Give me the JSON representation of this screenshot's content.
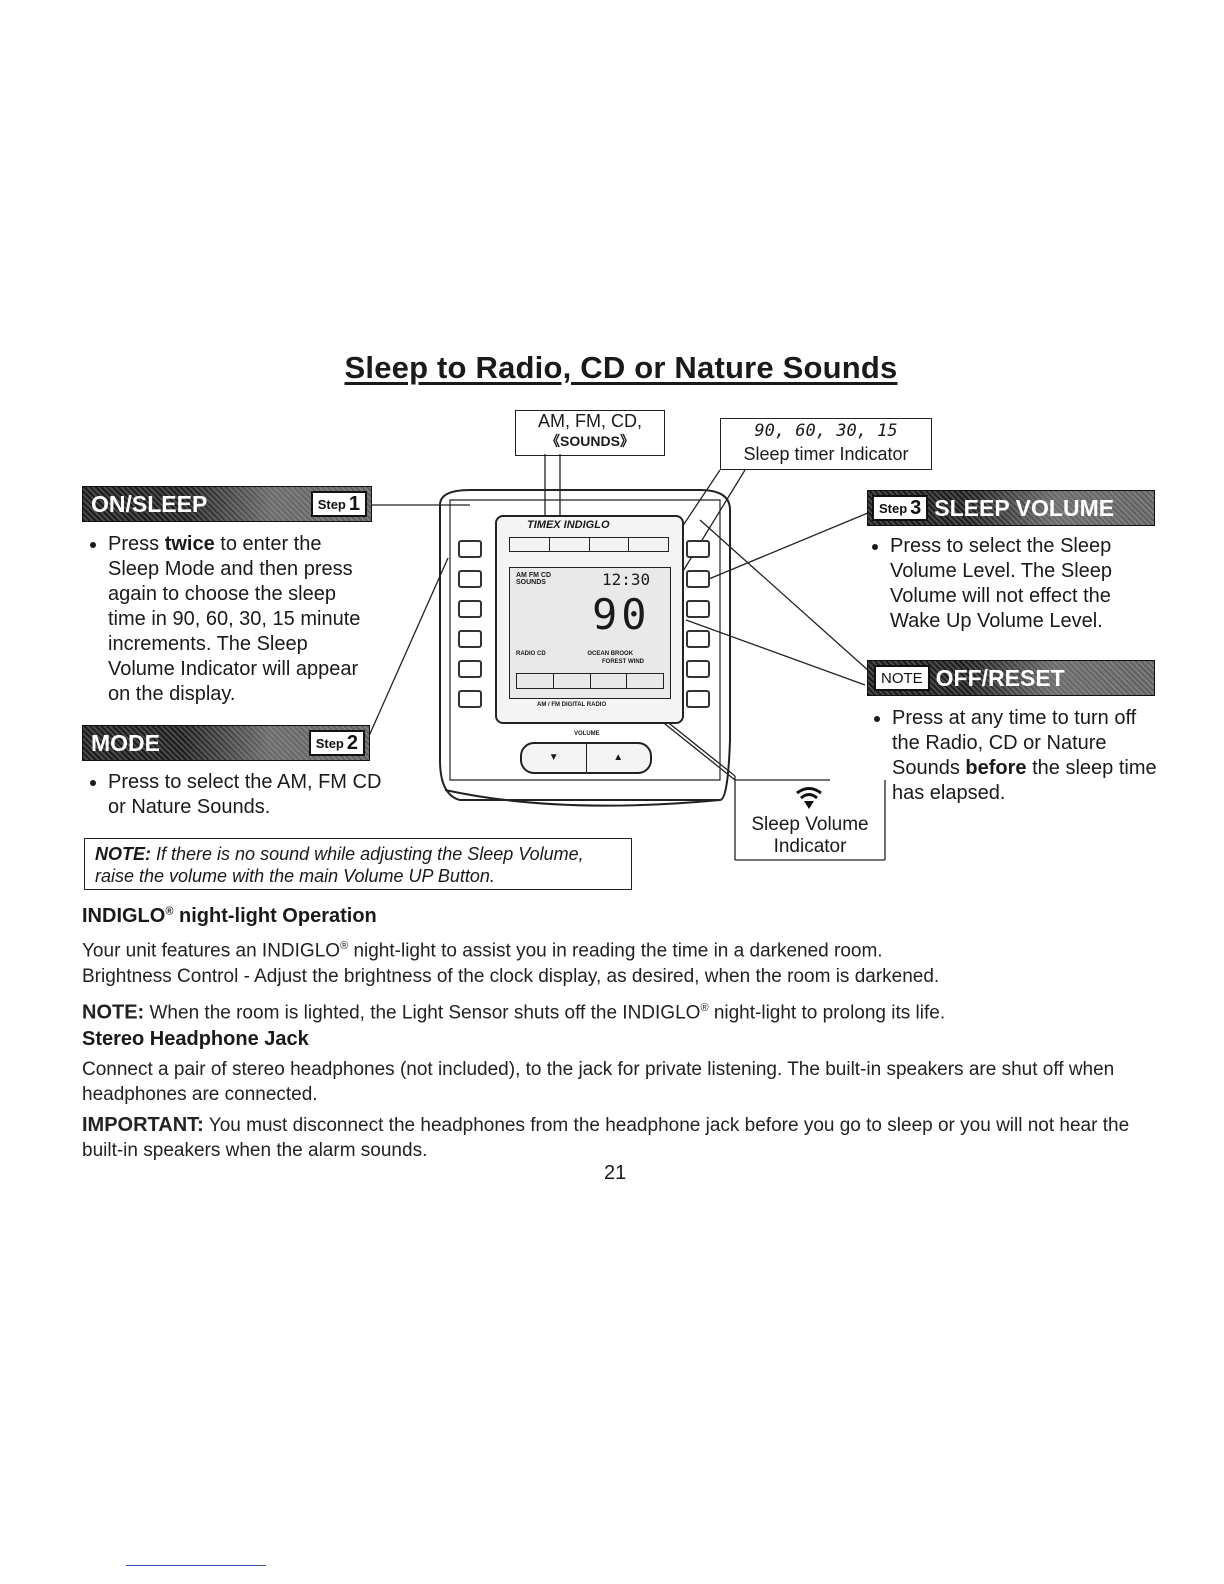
{
  "title": "Sleep to Radio, CD or Nature Sounds",
  "callouts": {
    "sources": {
      "line1": "AM, FM, CD,",
      "line2": "《SOUNDS》"
    },
    "sleep_timer": {
      "values": "90, 60, 30, 15",
      "label": "Sleep timer Indicator"
    },
    "sleep_volume": {
      "line1": "Sleep Volume",
      "line2": "Indicator"
    }
  },
  "steps": {
    "on_sleep": {
      "label": "ON/SLEEP",
      "step_word": "Step",
      "step_num": "1",
      "b_pre": "Press",
      "b_bold": "twice",
      "b_post": "to enter the Sleep Mode and then press again to choose the sleep time in 90, 60, 30, 15 minute increments. The Sleep Volume Indicator will appear on the display."
    },
    "mode": {
      "label": "MODE",
      "step_word": "Step",
      "step_num": "2",
      "bullet": "Press to select the AM, FM CD or Nature Sounds."
    },
    "sleep_volume": {
      "label": "SLEEP VOLUME",
      "step_word": "Step",
      "step_num": "3",
      "bullet": "Press to select the Sleep Volume Level. The Sleep Volume will not effect the Wake Up Volume Level."
    },
    "off_reset": {
      "label": "OFF/RESET",
      "note_word": "NOTE",
      "b_pre": "Press at any time to turn off the Radio, CD or Nature Sounds",
      "b_bold": "before",
      "b_post": "the sleep time has elapsed."
    }
  },
  "note_box": {
    "bold": "NOTE:",
    "text": "If there is no sound while adjusting the Sleep Volume, raise the volume with the main Volume UP Button."
  },
  "device": {
    "brand": "TIMEX INDIGLO",
    "time": "12:30",
    "big_digits": "90",
    "am": "AM",
    "fm": "FM",
    "cd": "CD",
    "sounds": "SOUNDS",
    "radio": "RADIO",
    "cd2": "CD",
    "ocean": "OCEAN",
    "brook": "BROOK",
    "forest": "FOREST",
    "wind": "WIND",
    "bottom_label": "AM / FM DIGITAL RADIO",
    "volume": "VOLUME",
    "down": "▼",
    "up": "▲"
  },
  "indiglo": {
    "heading": "INDIGLO",
    "reg": "®",
    "heading_rest": " night-light Operation",
    "p1_a": "Your unit features an INDIGLO",
    "p1_b": " night-light to assist you in reading the time in a darkened room.",
    "p2": "Brightness Control - Adjust the brightness of the clock display, as desired, when the room is darkened.",
    "p3_bold": "NOTE:",
    "p3_a": " When the room is lighted, the Light Sensor shuts off the INDIGLO",
    "p3_b": " night-light to prolong its life."
  },
  "headphone": {
    "heading": "Stereo Headphone Jack",
    "p1": "Connect a pair of stereo headphones (not included), to the jack for private listening. The built-in speakers are shut off when headphones are connected.",
    "p2_bold": "IMPORTANT:",
    "p2": " You must disconnect the headphones from the headphone jack before you go to sleep or you will not hear the built-in speakers when the alarm sounds."
  },
  "page_number": "21"
}
